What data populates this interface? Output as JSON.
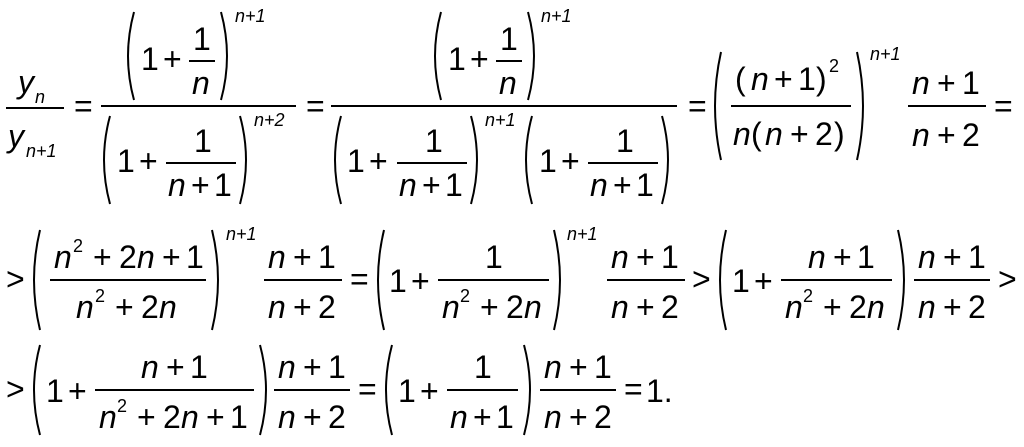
{
  "math": {
    "y": "y",
    "n": "n",
    "sub_n1": "n+1",
    "one": "1",
    "plus": "+",
    "two": "2",
    "eq": "=",
    "gt": ">",
    "exp_n1": "n+1",
    "exp_n2": "n+2",
    "sq": "2",
    "lparen": "(",
    "rparen": ")",
    "end": "1."
  }
}
